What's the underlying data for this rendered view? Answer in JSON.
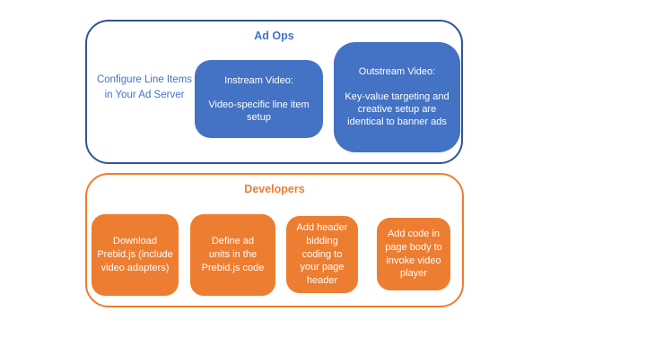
{
  "colors": {
    "blue_fill": "#4472C4",
    "blue_border": "#2F5597",
    "orange": "#ED7D31",
    "text_on_fill": "#ffffff"
  },
  "ad_ops": {
    "title": "Ad Ops",
    "side_note": "Configure Line Items in Your Ad Server",
    "instream": {
      "heading": "Instream Video:",
      "body": "Video-specific line item setup"
    },
    "outstream": {
      "heading": "Outstream Video:",
      "body": "Key-value targeting and creative setup are identical to banner ads"
    }
  },
  "developers": {
    "title": "Developers",
    "steps": [
      "Download Prebid.js (include video adapters)",
      "Define ad units in the Prebid.js code",
      "Add header bidding coding to your page header",
      "Add code in page body to invoke video player"
    ]
  }
}
